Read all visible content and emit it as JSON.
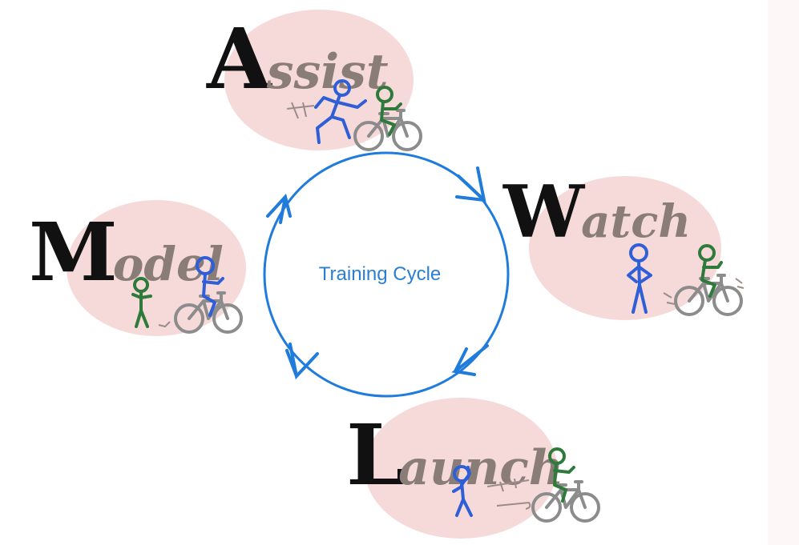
{
  "diagram": {
    "center_label": "Training Cycle",
    "stages": [
      {
        "key": "assist",
        "initial": "A",
        "rest": "ssist"
      },
      {
        "key": "watch",
        "initial": "W",
        "rest": "atch"
      },
      {
        "key": "launch",
        "initial": "L",
        "rest": "aunch"
      },
      {
        "key": "model",
        "initial": "M",
        "rest": "odel"
      }
    ]
  },
  "colors": {
    "blob": "#f6dada",
    "cycle": "#1f7bdc",
    "coach": "#2f5fd6",
    "rider": "#2e7a3a",
    "bike": "#8c8c8c",
    "initial": "#111111",
    "word": "#8a7d78"
  }
}
